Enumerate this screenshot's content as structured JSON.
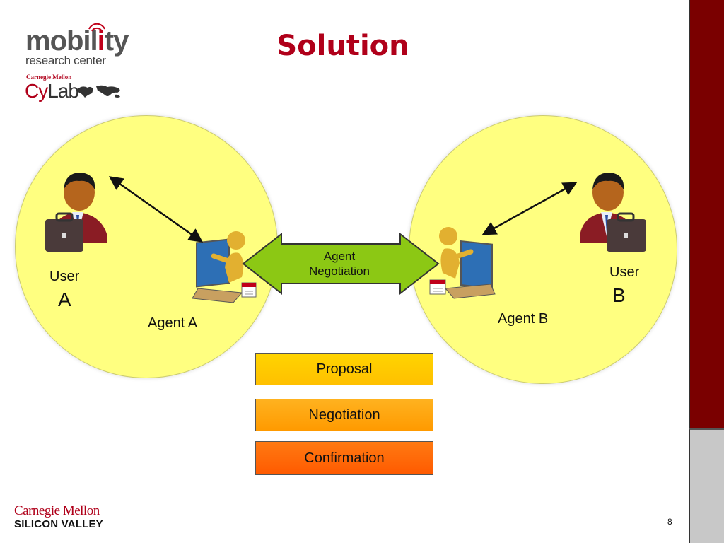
{
  "slide": {
    "title": "Solution",
    "page_number": "8"
  },
  "logos": {
    "mobility_pre": "mobil",
    "mobility_hl": "i",
    "mobility_post": "ty",
    "mobility_sub": "research center",
    "cylab_top": "Carnegie Mellon",
    "cylab_cy": "Cy",
    "cylab_lab": "Lab",
    "footer_cm": "Carnegie Mellon",
    "footer_sv": "SILICON VALLEY"
  },
  "diagram": {
    "user_a_label": "User",
    "user_a_letter": "A",
    "user_b_label": "User",
    "user_b_letter": "B",
    "agent_a_label": "Agent A",
    "agent_b_label": "Agent B",
    "negotiation_arrow_label": "Agent Negotiation",
    "steps": [
      "Proposal",
      "Negotiation",
      "Confirmation"
    ]
  },
  "colors": {
    "title": "#b0001a",
    "circle_fill": "#ffff80",
    "arrow_fill": "#8cc814",
    "edge_bar": "#7a0000",
    "proposal": "#ffc000",
    "negotiation": "#ff9a00",
    "confirmation": "#ff5a00"
  },
  "icons": {
    "user": "businessman-with-briefcase-icon",
    "agent": "agent-at-laptop-icon",
    "calendar": "calendar-icon"
  }
}
